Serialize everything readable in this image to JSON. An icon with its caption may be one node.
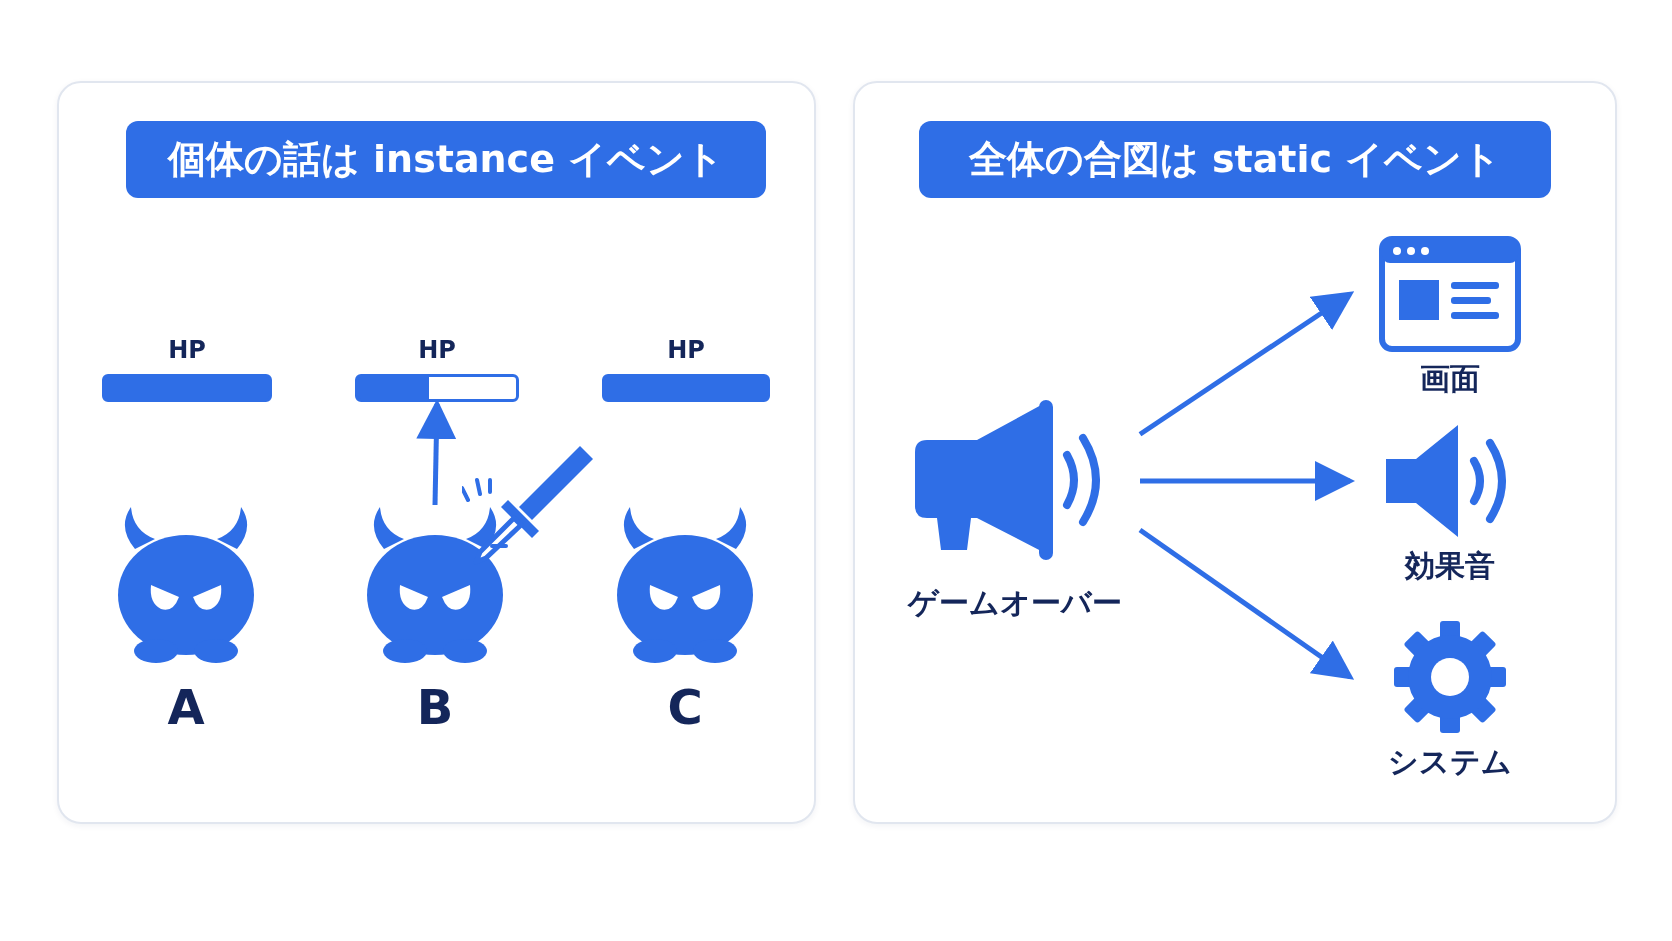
{
  "diagram": {
    "nodes": [
      {
        "text": [
          "個体の話は instance イベント"
        ]
      },
      {
        "text": [
          "HP"
        ],
        "in": 0
      },
      {
        "text": [
          "HP"
        ],
        "in": 0
      },
      {
        "text": [
          "HP"
        ],
        "in": 0
      },
      {
        "text": [
          "A"
        ],
        "in": 0
      },
      {
        "text": [
          "B"
        ],
        "in": 0
      },
      {
        "text": [
          "C"
        ],
        "in": 0
      },
      {
        "text": [
          "全体の合図は static イベント"
        ]
      },
      {
        "text": [
          "ゲームオーバー"
        ],
        "in": 7
      },
      {
        "text": [
          "画面"
        ],
        "in": 7
      },
      {
        "text": [
          "効果音"
        ],
        "in": 7
      },
      {
        "text": [
          "システム"
        ],
        "in": 7
      }
    ],
    "edges": [
      {
        "from": 5,
        "to": 2,
        "arrow": "to"
      },
      {
        "from": 8,
        "to": 9,
        "arrow": "to"
      },
      {
        "from": 8,
        "to": 10,
        "arrow": "to"
      },
      {
        "from": 8,
        "to": 11,
        "arrow": "to"
      }
    ]
  }
}
